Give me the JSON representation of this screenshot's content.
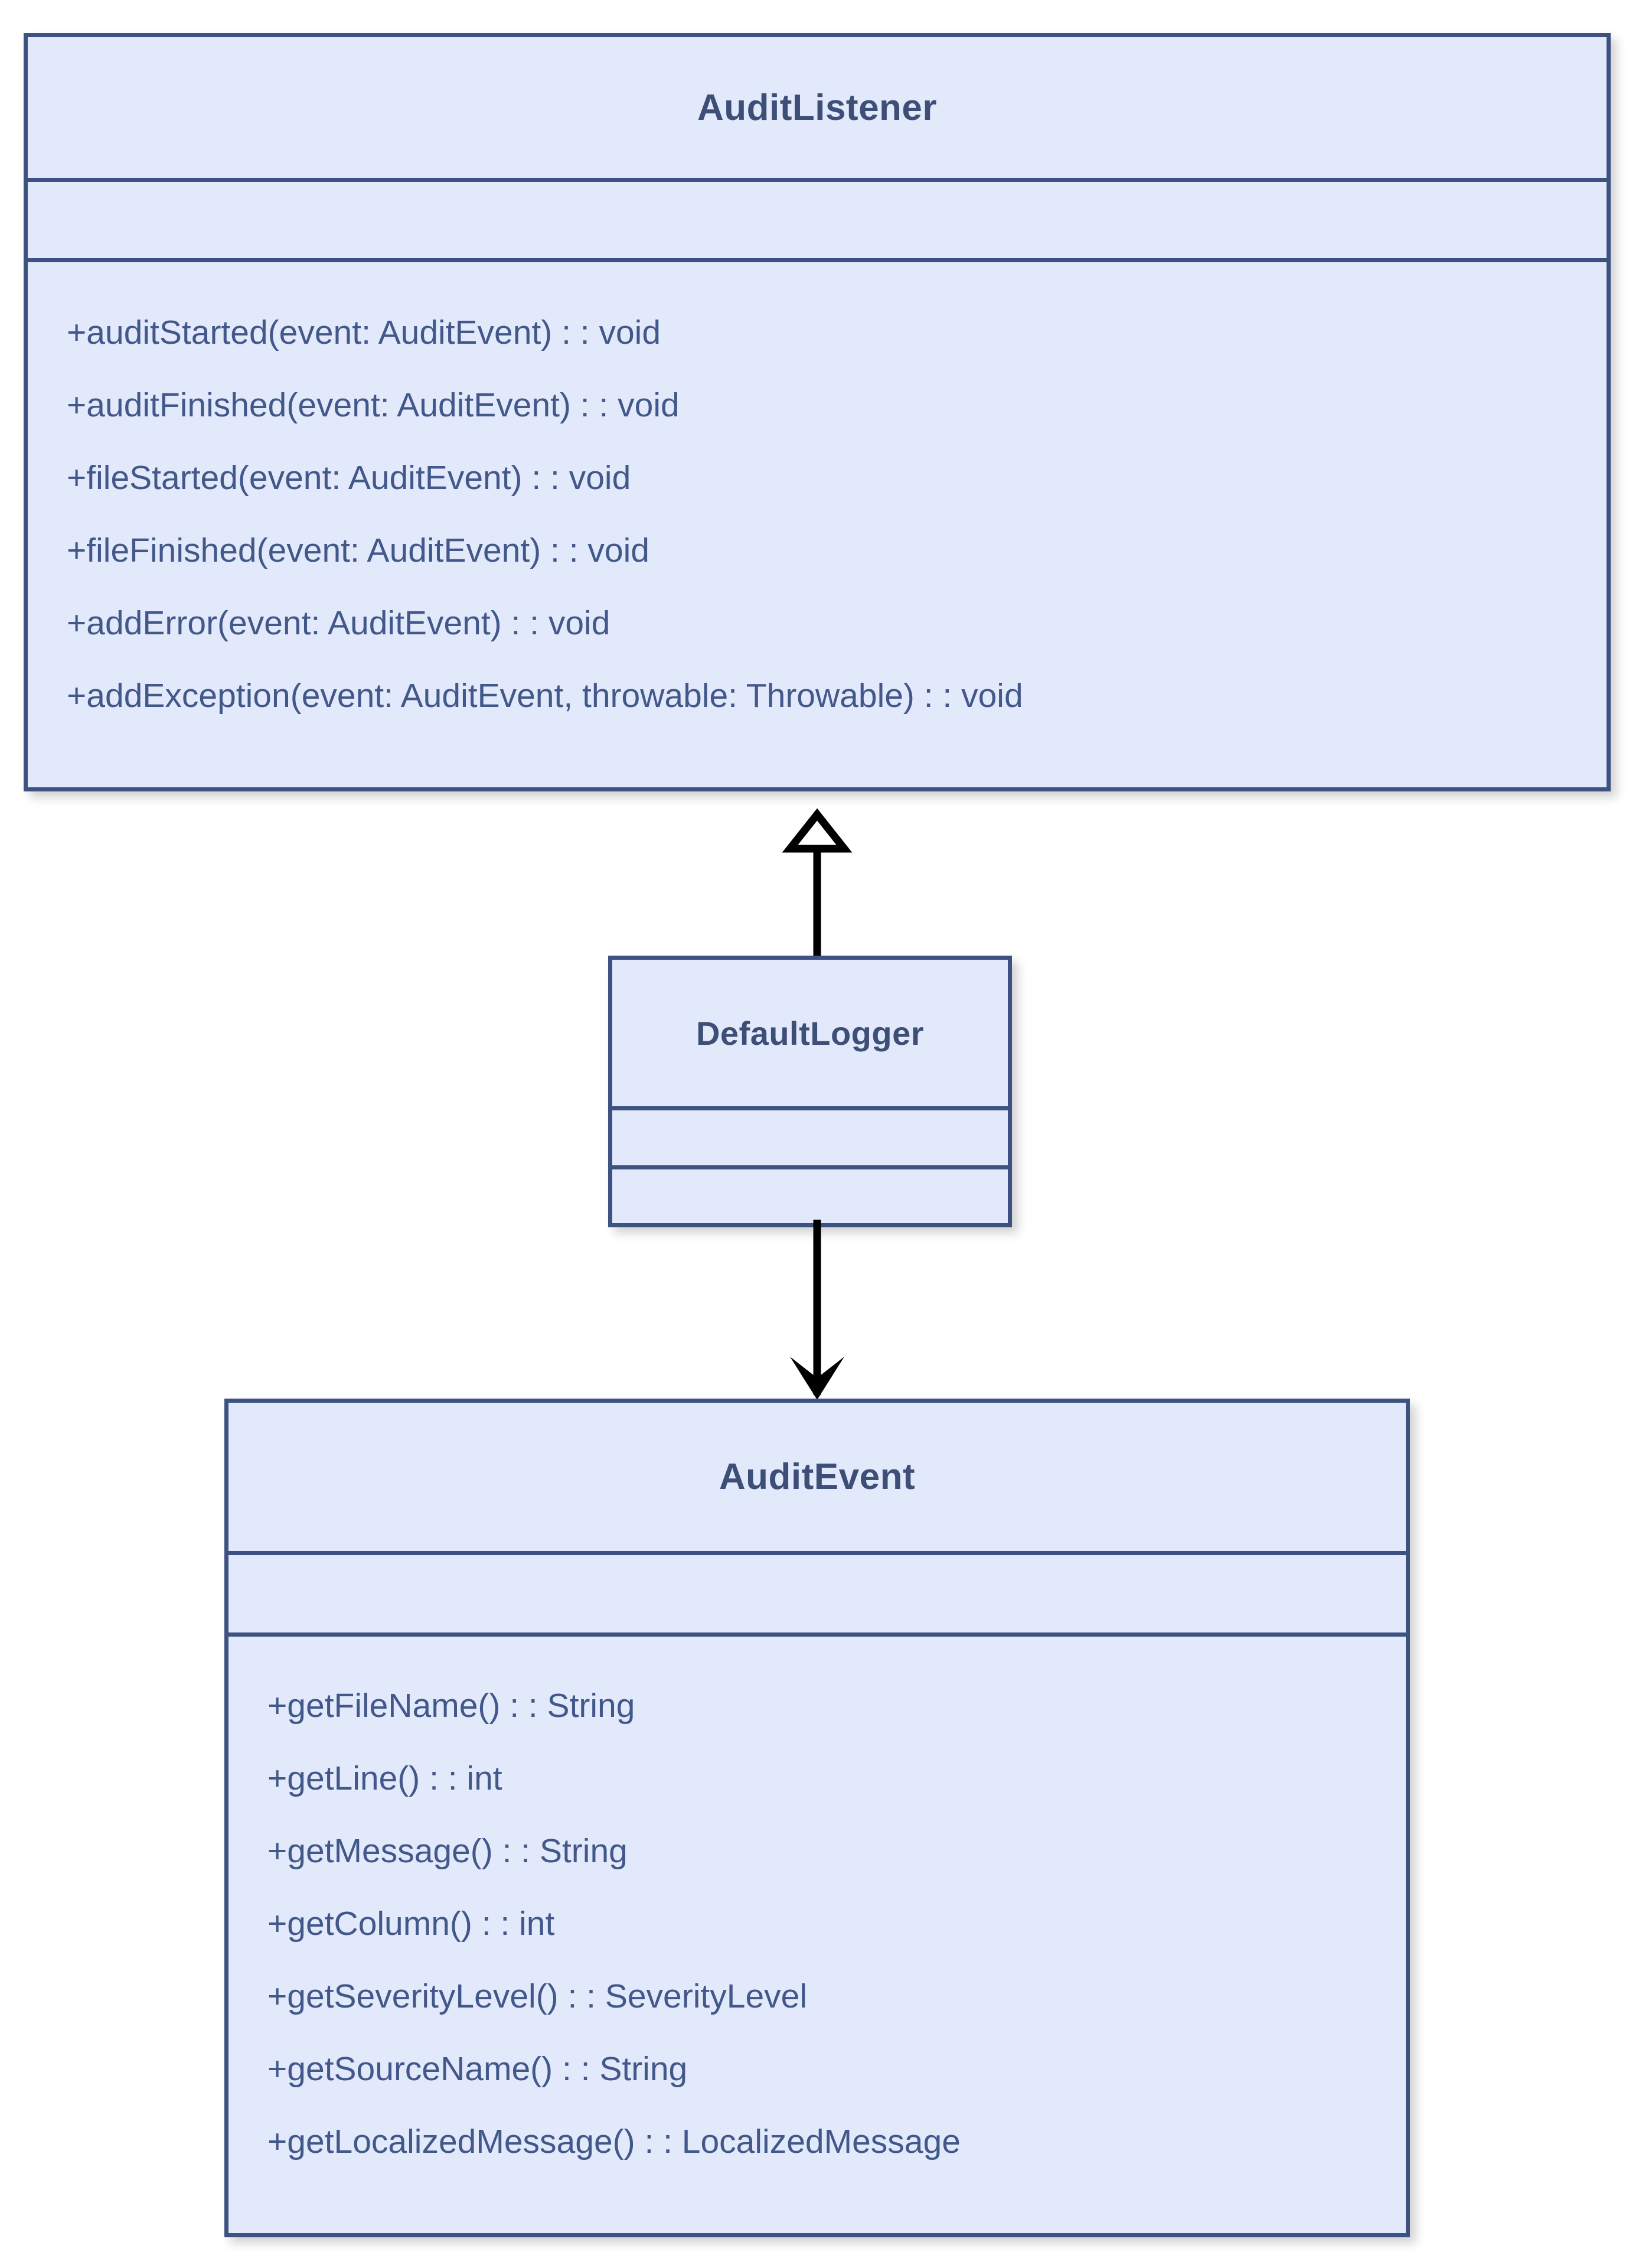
{
  "diagram": {
    "type": "uml-class-diagram",
    "colors": {
      "box_fill": "#e2e9fa",
      "box_border": "#3d5280",
      "title_text": "#3d4f77",
      "member_text": "#42578a",
      "connector": "#000000",
      "background": "#ffffff"
    },
    "classes": [
      {
        "id": "audit-listener",
        "name": "AuditListener",
        "attributes": [],
        "operations": [
          "+auditStarted(event: AuditEvent) : : void",
          "+auditFinished(event: AuditEvent) : : void",
          "+fileStarted(event: AuditEvent) : : void",
          "+fileFinished(event: AuditEvent) : : void",
          "+addError(event: AuditEvent) : : void",
          "+addException(event: AuditEvent, throwable: Throwable) : : void"
        ]
      },
      {
        "id": "default-logger",
        "name": "DefaultLogger",
        "attributes": [],
        "operations": []
      },
      {
        "id": "audit-event",
        "name": "AuditEvent",
        "attributes": [],
        "operations": [
          "+getFileName() : : String",
          "+getLine() : : int",
          "+getMessage() : : String",
          "+getColumn() : : int",
          "+getSeverityLevel() : : SeverityLevel",
          "+getSourceName() : : String",
          "+getLocalizedMessage() : : LocalizedMessage"
        ]
      }
    ],
    "relationships": [
      {
        "id": "generalization",
        "kind": "generalization",
        "arrowhead": "hollow-triangle",
        "direction": "up",
        "from": "DefaultLogger",
        "to": "AuditListener",
        "label": ""
      },
      {
        "id": "dependency",
        "kind": "dependency",
        "arrowhead": "open-arrow",
        "direction": "down",
        "from": "DefaultLogger",
        "to": "AuditEvent",
        "label": ""
      }
    ]
  }
}
